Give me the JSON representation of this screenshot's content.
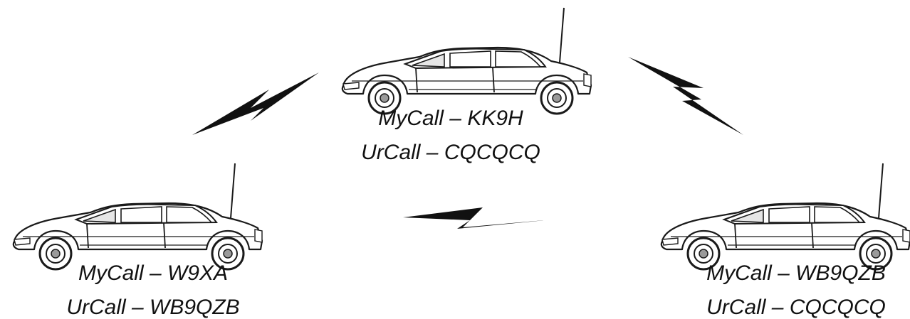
{
  "stations": [
    {
      "mycall": "MyCall – KK9H",
      "urcall": "UrCall – CQCQCQ"
    },
    {
      "mycall": "MyCall – W9XA",
      "urcall": "UrCall – WB9QZB"
    },
    {
      "mycall": "MyCall – WB9QZB",
      "urcall": "UrCall – CQCQCQ"
    }
  ],
  "icons": {
    "vehicle": "car-icon",
    "radio_link": "lightning-bolt-icon"
  },
  "colors": {
    "line": "#1a1a1a",
    "background": "#ffffff"
  }
}
